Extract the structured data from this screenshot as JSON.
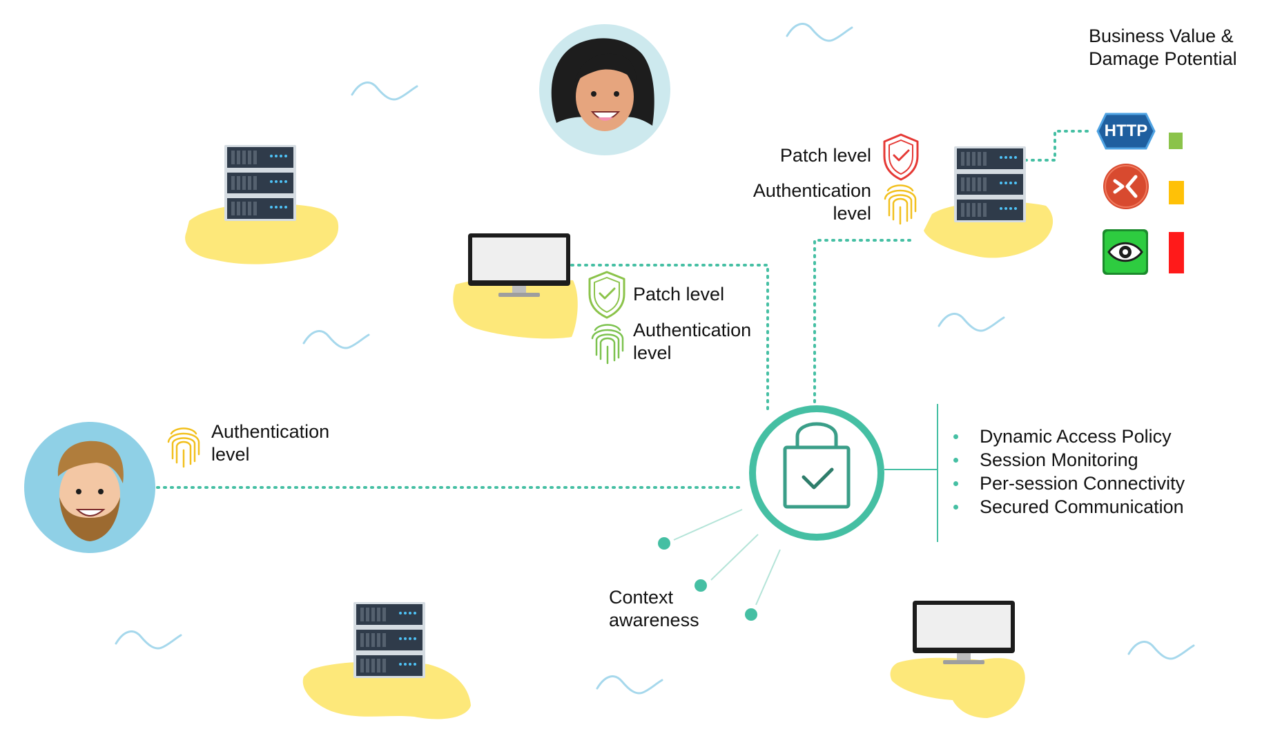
{
  "legend": {
    "title_line1": "Business Value &",
    "title_line2": "Damage Potential"
  },
  "protocols": [
    {
      "name": "http-protocol",
      "label": "HTTP",
      "level_color": "#8bc34a"
    },
    {
      "name": "rdp-protocol",
      "label": "",
      "level_color": "#ffc107"
    },
    {
      "name": "vnc-protocol",
      "label": "",
      "level_color": "#ff1a1a"
    }
  ],
  "labels": {
    "server_patch_level": "Patch level",
    "server_auth_line1": "Authentication",
    "server_auth_line2": "level",
    "workstation_patch_level": "Patch level",
    "workstation_auth_line1": "Authentication",
    "workstation_auth_line2": "level",
    "user_auth_line1": "Authentication",
    "user_auth_line2": "level",
    "context_line1": "Context",
    "context_line2": "awareness"
  },
  "features": [
    "Dynamic Access Policy",
    "Session Monitoring",
    "Per-session Connectivity",
    "Secured Communication"
  ],
  "colors": {
    "accent": "#45bfa3",
    "island": "#fde87a",
    "squiggle": "#a6d8ec",
    "shield_red": "#e53935",
    "shield_green": "#8bc34a",
    "fingerprint_yellow": "#f2c01d",
    "fingerprint_green": "#7cc24e"
  }
}
